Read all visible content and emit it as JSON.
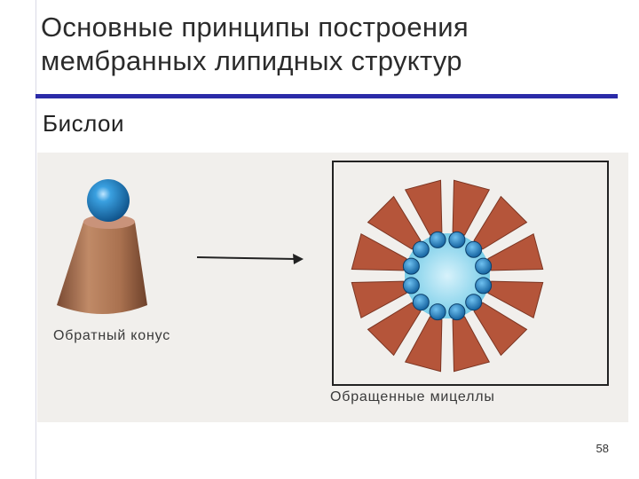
{
  "slide": {
    "title": "Основные принципы построения мембранных липидных структур",
    "subtitle": "Бислои",
    "page_number": "58"
  },
  "figure": {
    "label_cone": "Обратный конус",
    "label_micelles": "Обращенные мицеллы"
  },
  "colors": {
    "rule": "#2b2ba8",
    "cone": "#a9714f",
    "ball": "#1f7fc0",
    "wedge": "#b5553a",
    "core": "#7fd0e8"
  }
}
